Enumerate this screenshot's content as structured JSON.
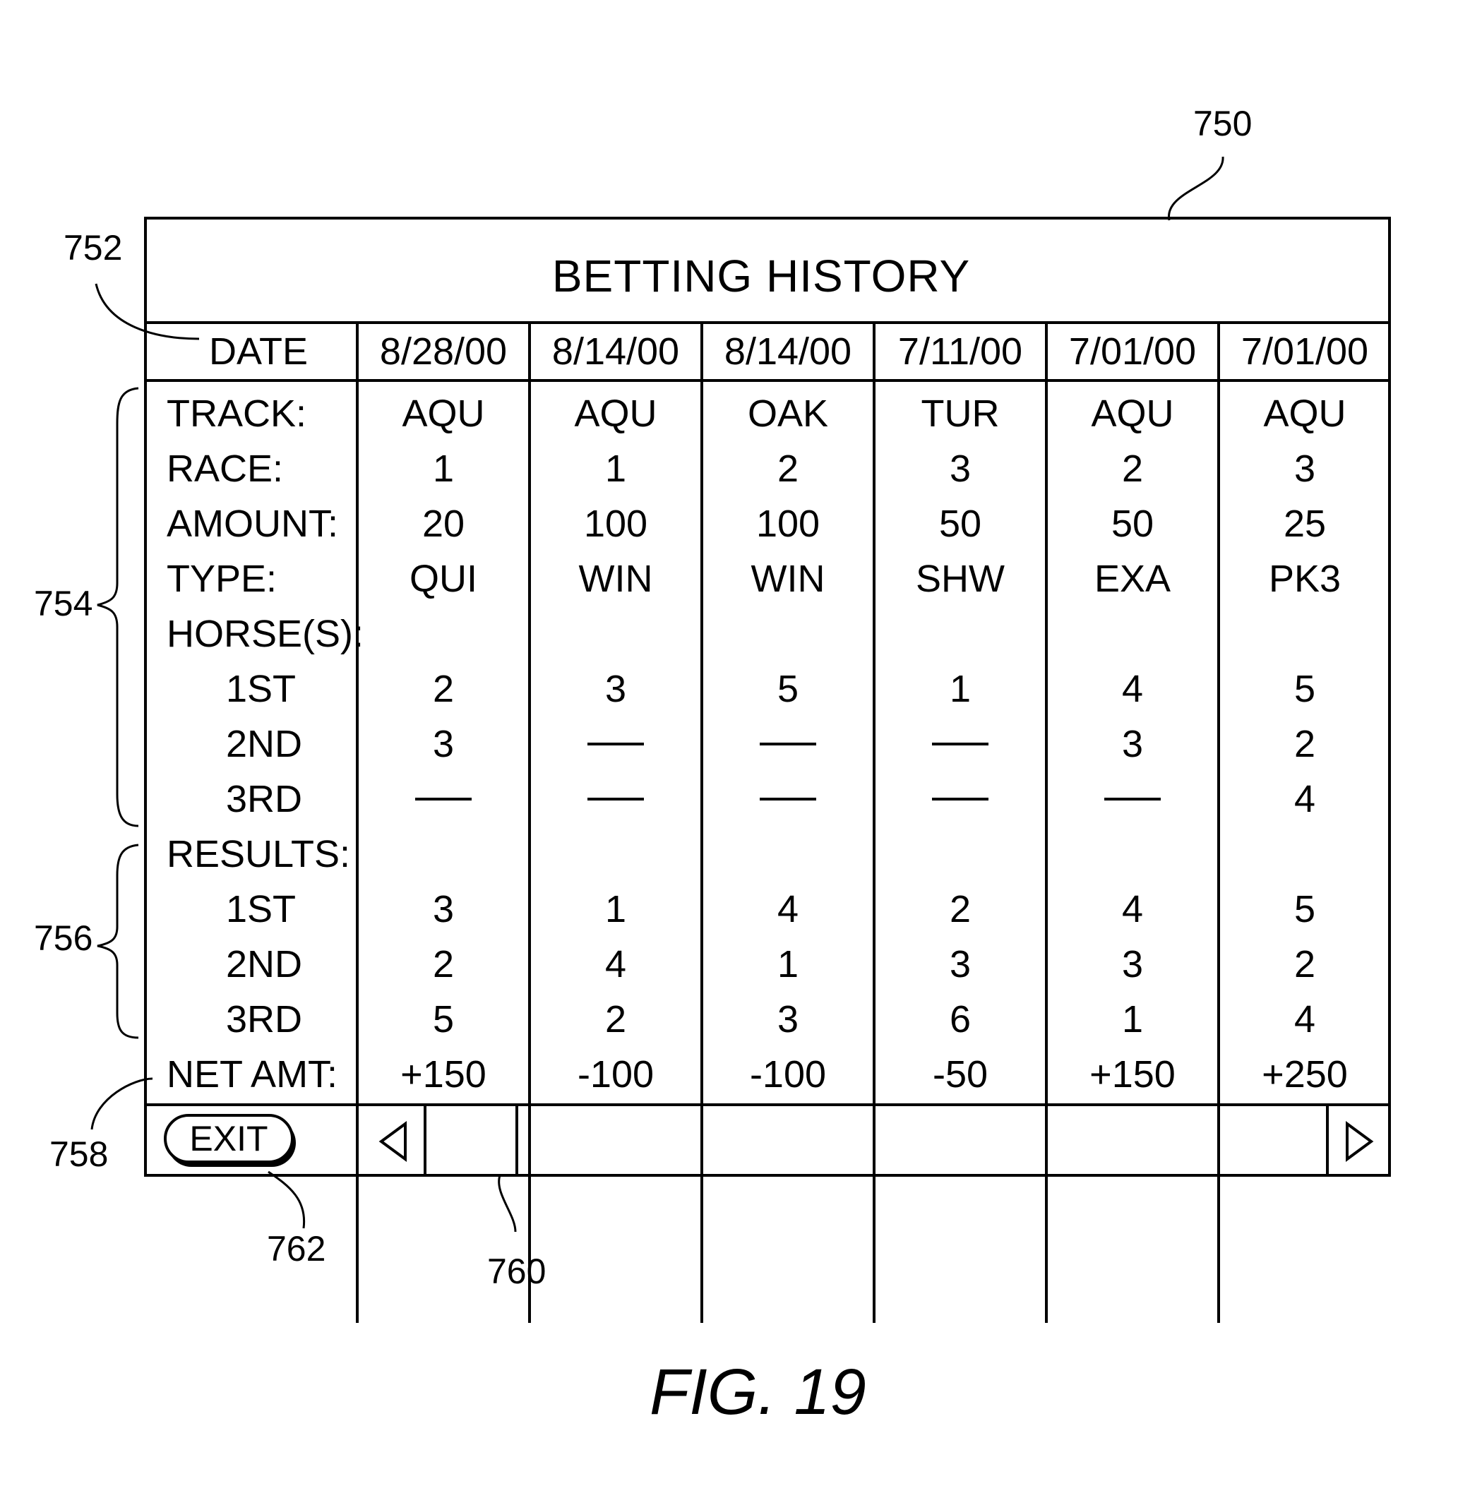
{
  "title": "BETTING HISTORY",
  "row_labels": {
    "date": "DATE",
    "track": "TRACK:",
    "race": "RACE:",
    "amount": "AMOUNT:",
    "type": "TYPE:",
    "horses": "HORSE(S):",
    "first": "1ST",
    "second": "2ND",
    "third": "3RD",
    "results": "RESULTS:",
    "net": "NET AMT:"
  },
  "bets": [
    {
      "date": "8/28/00",
      "track": "AQU",
      "race": "1",
      "amount": "20",
      "type": "QUI",
      "horses": [
        "2",
        "3",
        "—"
      ],
      "results": [
        "3",
        "2",
        "5"
      ],
      "net": "+150"
    },
    {
      "date": "8/14/00",
      "track": "AQU",
      "race": "1",
      "amount": "100",
      "type": "WIN",
      "horses": [
        "3",
        "—",
        "—"
      ],
      "results": [
        "1",
        "4",
        "2"
      ],
      "net": "-100"
    },
    {
      "date": "8/14/00",
      "track": "OAK",
      "race": "2",
      "amount": "100",
      "type": "WIN",
      "horses": [
        "5",
        "—",
        "—"
      ],
      "results": [
        "4",
        "1",
        "3"
      ],
      "net": "-100"
    },
    {
      "date": "7/11/00",
      "track": "TUR",
      "race": "3",
      "amount": "50",
      "type": "SHW",
      "horses": [
        "1",
        "—",
        "—"
      ],
      "results": [
        "2",
        "3",
        "6"
      ],
      "net": "-50"
    },
    {
      "date": "7/01/00",
      "track": "AQU",
      "race": "2",
      "amount": "50",
      "type": "EXA",
      "horses": [
        "4",
        "3",
        "—"
      ],
      "results": [
        "4",
        "3",
        "1"
      ],
      "net": "+150"
    },
    {
      "date": "7/01/00",
      "track": "AQU",
      "race": "3",
      "amount": "25",
      "type": "PK3",
      "horses": [
        "5",
        "2",
        "4"
      ],
      "results": [
        "5",
        "2",
        "4"
      ],
      "net": "+250"
    }
  ],
  "exit_label": "EXIT",
  "scroll_left_icon": "triangle-left-icon",
  "scroll_right_icon": "triangle-right-icon",
  "refs": {
    "screen": "750",
    "date_row": "752",
    "bet_group": "754",
    "results_group": "756",
    "net_row": "758",
    "scrollbar": "760",
    "exit": "762"
  },
  "figure_caption": "FIG. 19"
}
